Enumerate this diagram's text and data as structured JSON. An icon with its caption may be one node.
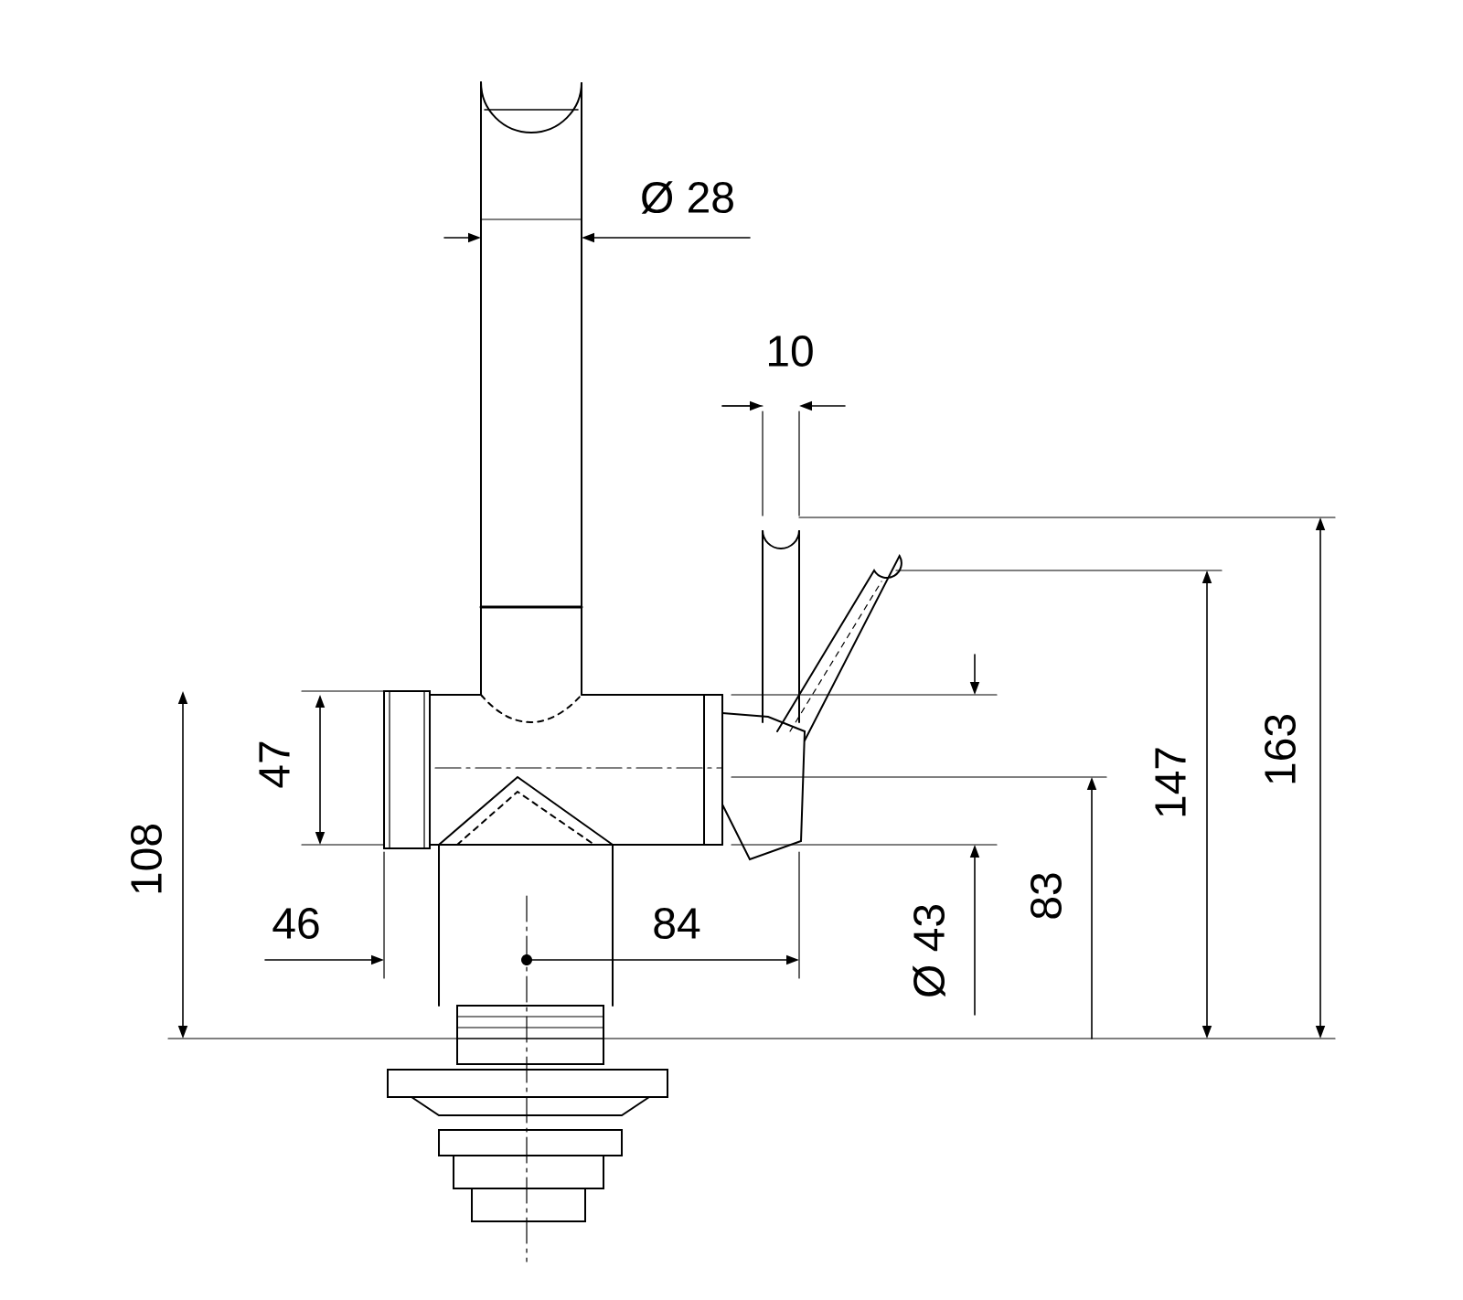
{
  "diagram": {
    "labels": [
      "Ø 28",
      "10",
      "163",
      "47",
      "147",
      "108",
      "83",
      "46",
      "84",
      "Ø 43"
    ]
  }
}
